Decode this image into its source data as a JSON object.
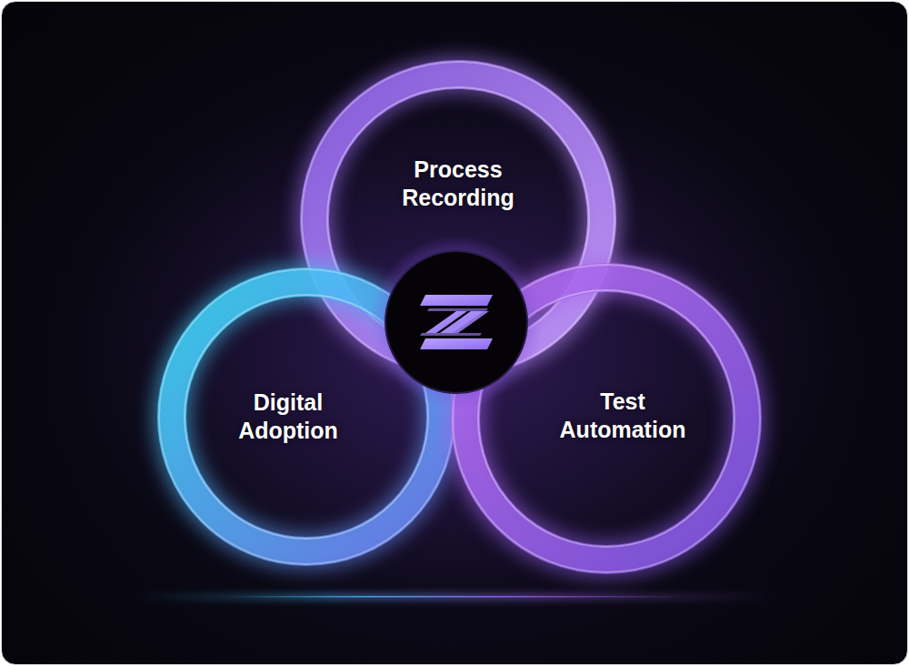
{
  "diagram": {
    "nodes": [
      {
        "text": [
          "Process Recording"
        ]
      },
      {
        "text": [
          "Digital Adoption"
        ]
      },
      {
        "text": [
          "Test Automation"
        ]
      }
    ]
  }
}
